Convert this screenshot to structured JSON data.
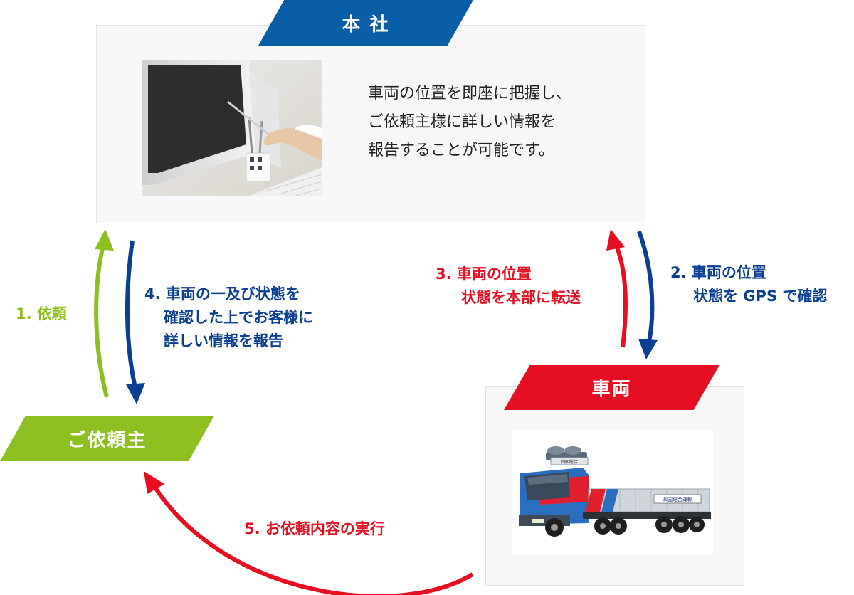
{
  "nodes": {
    "headquarters": {
      "title": "本 社",
      "description": [
        "車両の位置を即座に把握し、",
        "ご依頼主様に詳しい情報を",
        "報告することが可能です。"
      ],
      "color": "#0a5ea8"
    },
    "vehicle": {
      "title": "車両",
      "color": "#e60f22",
      "truck_signs": {
        "cab": "四国総合",
        "side": "四国総合運輸"
      }
    },
    "client": {
      "title": "ご依頼主",
      "color": "#8cbf1f"
    }
  },
  "steps": {
    "request": [
      "1. 依頼"
    ],
    "gps_confirm": [
      "2. 車両の位置",
      "状態を GPS で確認"
    ],
    "transfer": [
      "3. 車両の位置",
      "状態を本部に転送"
    ],
    "report": [
      "4. 車両の一及び状態を",
      "確認した上でお客様に",
      "詳しい情報を報告"
    ],
    "execute": [
      "5. お依頼内容の実行"
    ]
  },
  "colors": {
    "green": "#8cbf1f",
    "blue": "#0b3f91",
    "red": "#e60f22"
  }
}
